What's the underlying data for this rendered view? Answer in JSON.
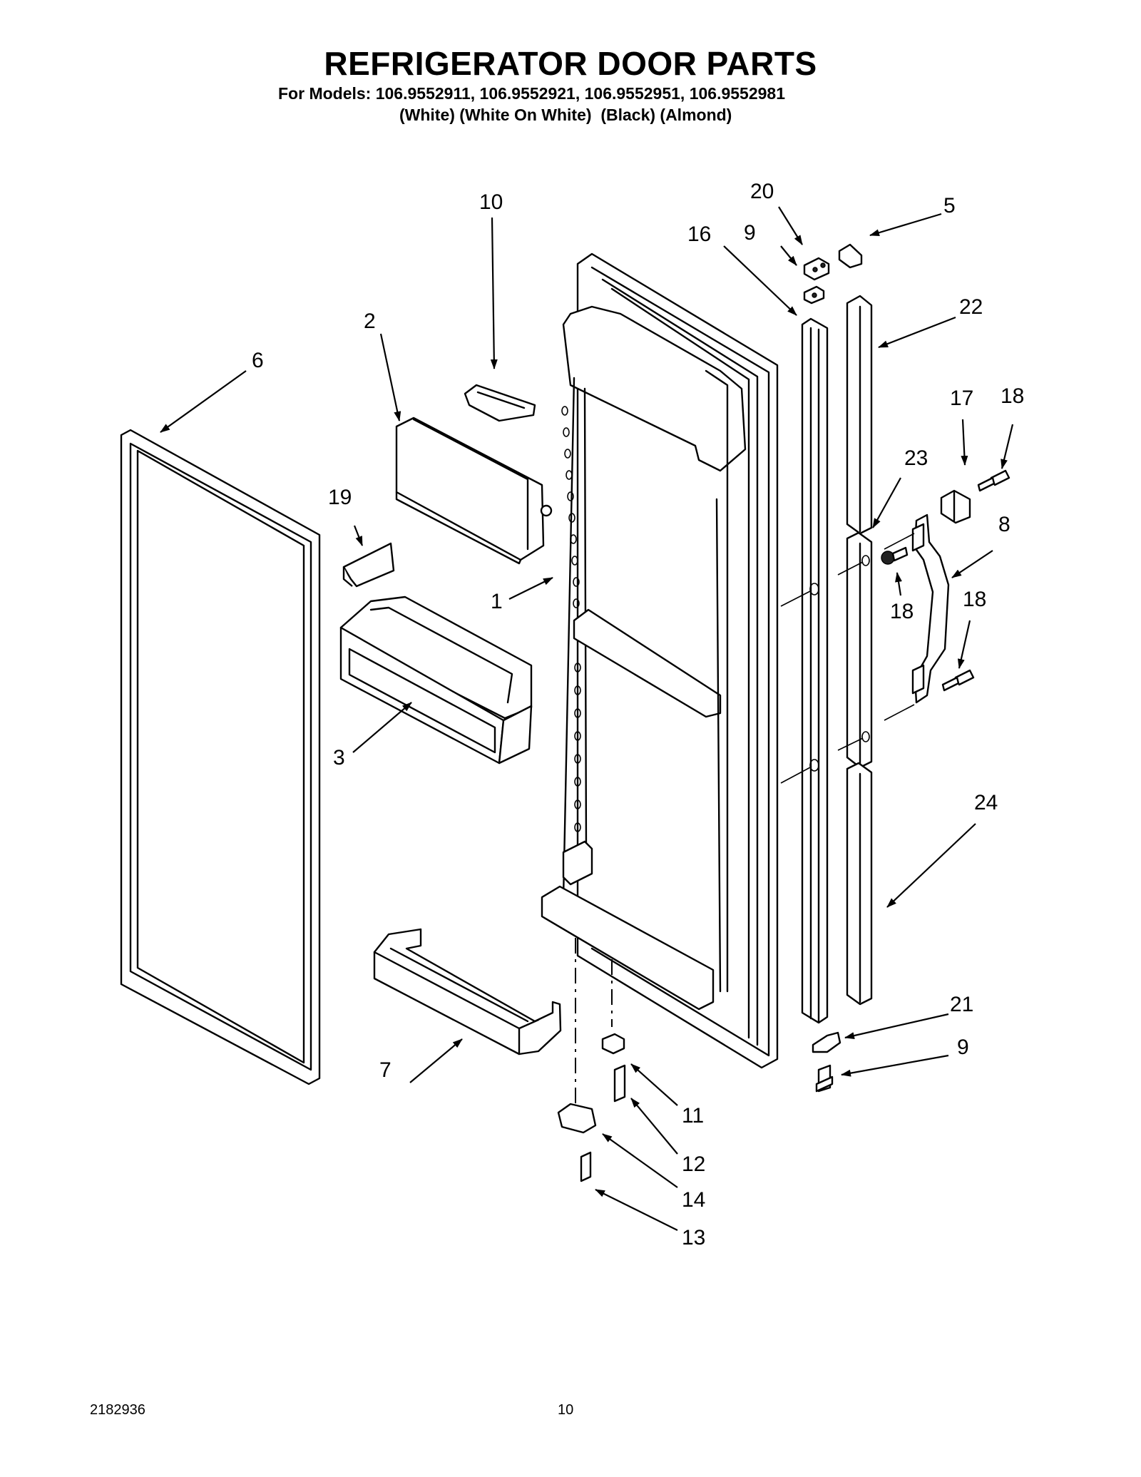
{
  "header": {
    "title": "REFRIGERATOR DOOR PARTS",
    "models_line": "For Models: 106.9552911, 106.9552921, 106.9552951, 106.9552981",
    "colors_line": "(White) (White On White)  (Black) (Almond)"
  },
  "footer": {
    "doc_number": "2182936",
    "page_number": "10"
  },
  "callouts": [
    "1",
    "2",
    "3",
    "5",
    "6",
    "7",
    "8",
    "9",
    "10",
    "11",
    "12",
    "13",
    "13",
    "14",
    "16",
    "17",
    "18",
    "18",
    "18",
    "19",
    "20",
    "21",
    "22",
    "23",
    "24"
  ]
}
